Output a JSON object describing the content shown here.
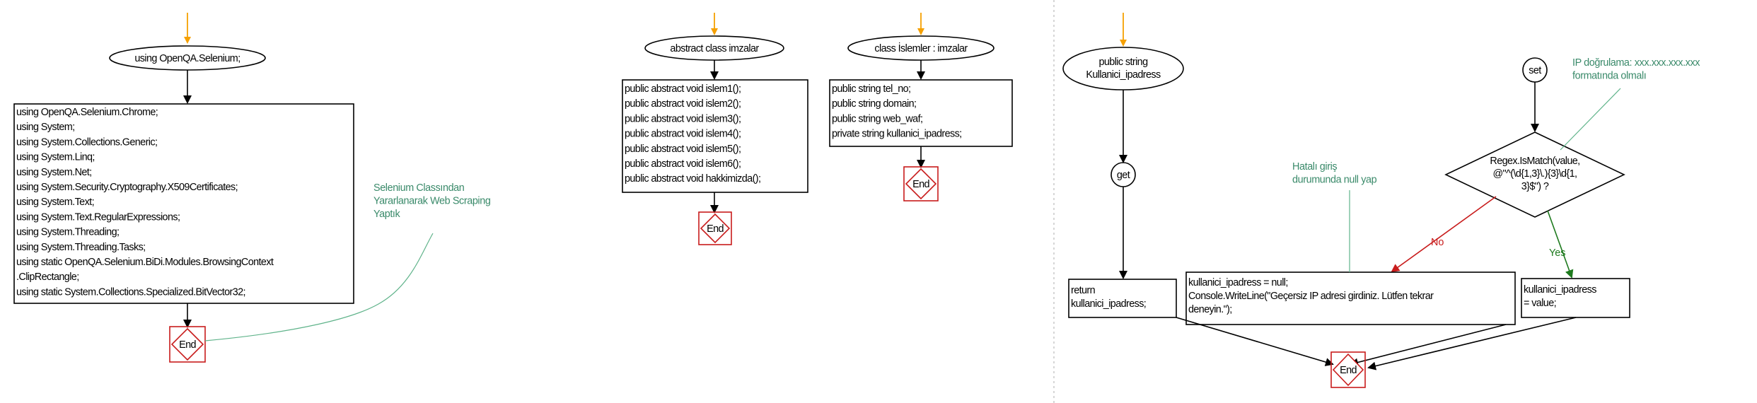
{
  "panel1": {
    "start_node": "using OpenQA.Selenium;",
    "block_lines": [
      "using OpenQA.Selenium.Chrome;",
      "using System;",
      "using System.Collections.Generic;",
      "using System.Linq;",
      "using System.Net;",
      "using System.Security.Cryptography.X509Certificates;",
      "using System.Text;",
      "using System.Text.RegularExpressions;",
      "using System.Threading;",
      "using System.Threading.Tasks;",
      "using static OpenQA.Selenium.BiDi.Modules.BrowsingContext",
      ".ClipRectangle;",
      "using static System.Collections.Specialized.BitVector32;"
    ],
    "end_label": "End",
    "note_lines": [
      "Selenium Classından",
      "Yararlanarak Web Scraping",
      "Yaptık"
    ]
  },
  "panel2": {
    "start_node": "abstract class imzalar",
    "block_lines": [
      "public abstract void islem1();",
      "public abstract void islem2();",
      "public abstract void islem3();",
      "public abstract void islem4();",
      "public abstract void islem5();",
      "public abstract void islem6();",
      "public abstract void hakkimizda();"
    ],
    "end_label": "End"
  },
  "panel3": {
    "start_node": "class İslemler : imzalar",
    "block_lines": [
      "public string tel_no;",
      "public string domain;",
      "public string web_waf;",
      "private string kullanici_ipadress;"
    ],
    "end_label": "End"
  },
  "panel4": {
    "start_node_lines": [
      "public string",
      "Kullanici_ipadress"
    ],
    "get_label": "get",
    "set_label": "set",
    "return_lines": [
      "return",
      "kullanici_ipadress;"
    ],
    "decision_lines": [
      "Regex.IsMatch(value,",
      "@\"^(\\d{1,3}\\.){3}\\d{1,",
      "3}$\") ?"
    ],
    "no_label": "No",
    "yes_label": "Yes",
    "no_block_lines": [
      "kullanici_ipadress = null;",
      "Console.WriteLine(\"Geçersiz IP adresi girdiniz. Lütfen tekrar",
      "deneyin.\");"
    ],
    "yes_block_lines": [
      "kullanici_ipadress",
      "= value;"
    ],
    "end_label": "End",
    "note_ip_lines": [
      "IP doğrulama: xxx.xxx.xxx.xxx",
      "formatında olmalı"
    ],
    "note_null_lines": [
      "Hatalı giriş",
      "durumunda null yap"
    ]
  }
}
